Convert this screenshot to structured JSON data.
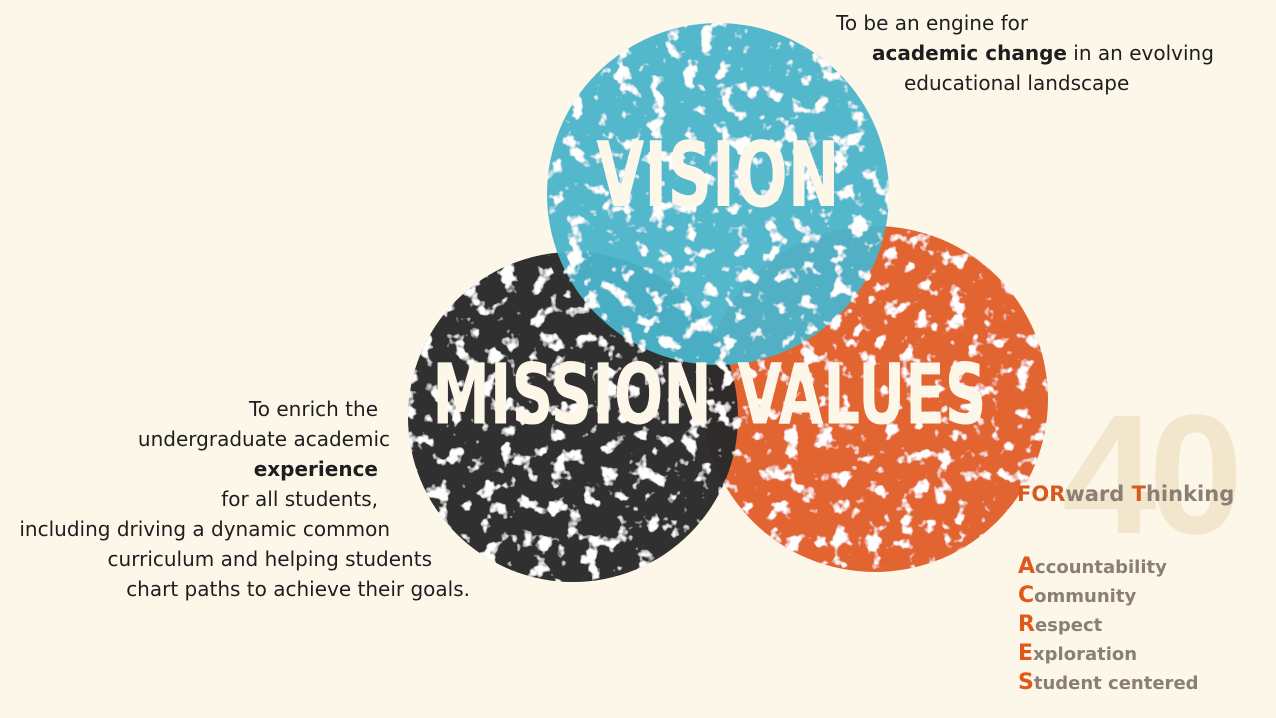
{
  "circles": {
    "vision": {
      "label": "VISION",
      "color": "#4bb5cc"
    },
    "mission": {
      "label": "MISSION",
      "color": "#2b2b2b"
    },
    "values": {
      "label": "VALUES",
      "color": "#e2612a"
    }
  },
  "vision_statement": {
    "line1": "To be an engine for",
    "line2_bold": "academic change",
    "line2_rest": " in an evolving",
    "line3": "educational landscape"
  },
  "mission_statement": {
    "line1": "To enrich the",
    "line2": "undergraduate academic",
    "line3_bold": "experience",
    "line3_rest": " for all students,",
    "line4": "including driving a dynamic common",
    "line5": "curriculum and helping students",
    "line6": "chart paths to achieve their goals."
  },
  "forward_thinking": {
    "number": "40",
    "for": "FOR",
    "ward": "ward ",
    "t": "T",
    "hinking": "hinking"
  },
  "values_list": [
    {
      "first": "A",
      "rest": "ccountability"
    },
    {
      "first": "C",
      "rest": "ommunity"
    },
    {
      "first": "R",
      "rest": "espect"
    },
    {
      "first": "E",
      "rest": "xploration"
    },
    {
      "first": "S",
      "rest": "tudent centered"
    }
  ],
  "accent_color": "#e0581a"
}
